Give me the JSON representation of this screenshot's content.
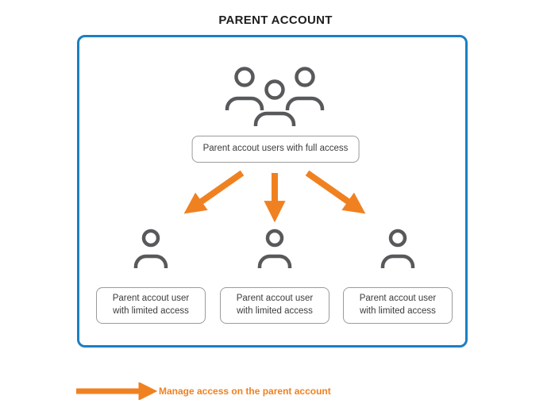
{
  "title": "PARENT ACCOUNT",
  "colors": {
    "box_border_blue": "#1b7fc3",
    "arrow_orange": "#f08121",
    "icon_gray": "#58595b",
    "pill_border_gray": "#9b9b9b",
    "text_dark": "#3c3c3c"
  },
  "diagram": {
    "full_access_label": "Parent accout users with full access",
    "limited_access_labels": [
      "Parent accout user with limited access",
      "Parent accout user with limited access",
      "Parent accout user with limited access"
    ]
  },
  "legend": {
    "text": "Manage access on the parent account"
  }
}
